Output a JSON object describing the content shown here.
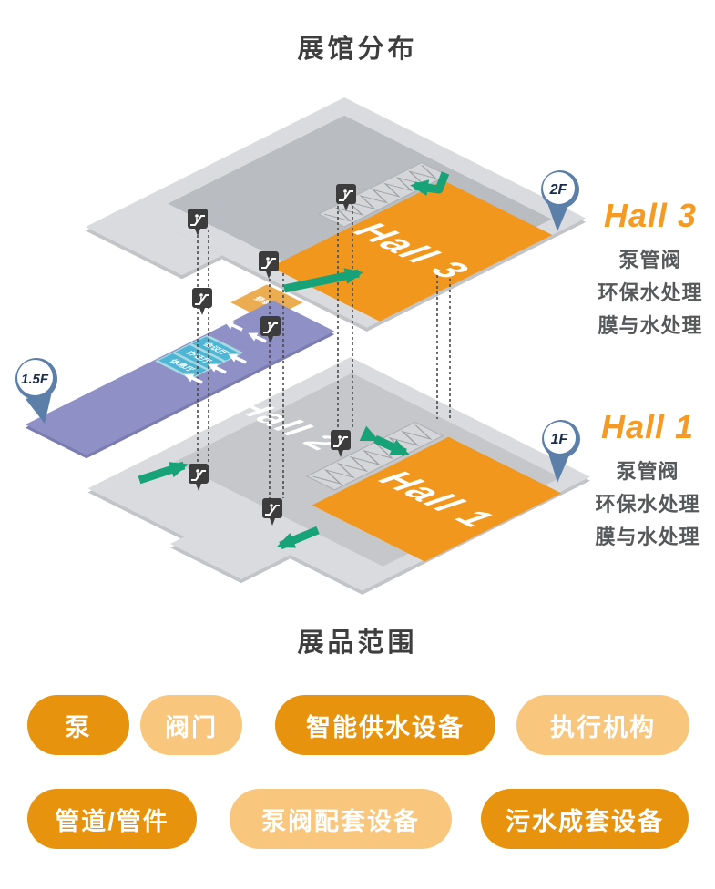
{
  "titles": {
    "map_section": "展馆分布",
    "products_section": "展品范围"
  },
  "map": {
    "hall3_block_label": "Hall 3",
    "hall2_block_label": "Hall 2",
    "hall1_block_label": "Hall 1",
    "mezzanine": {
      "registration_label": "登录厅",
      "rooms": [
        "会议厅",
        "办证厅",
        "休息厅"
      ]
    },
    "pins": [
      {
        "label": "2F"
      },
      {
        "label": "1.5F"
      },
      {
        "label": "1F"
      }
    ],
    "icons": {
      "escalator": "escalator-icon",
      "pin": "location-pin-icon",
      "flow_arrow": "flow-arrow-icon",
      "walk_arrow": "walk-arrow-icon"
    }
  },
  "legend": {
    "hall3": {
      "title": "Hall 3",
      "lines": [
        "泵管阀",
        "环保水处理",
        "膜与水处理"
      ]
    },
    "hall1": {
      "title": "Hall 1",
      "lines": [
        "泵管阀",
        "环保水处理",
        "膜与水处理"
      ]
    }
  },
  "products": {
    "rows": [
      [
        {
          "label": "泵",
          "color": "#E8930E"
        },
        {
          "label": "阀门",
          "color": "#F8C77D"
        },
        {
          "label": "智能供水设备",
          "color": "#E8930E"
        },
        {
          "label": "执行机构",
          "color": "#F8C77D"
        }
      ],
      [
        {
          "label": "管道/管件",
          "color": "#E8930E"
        },
        {
          "label": "泵阀配套设备",
          "color": "#F8C77D"
        },
        {
          "label": "污水成套设备",
          "color": "#E8930E"
        }
      ]
    ]
  },
  "colors": {
    "hall_orange": "#F2971E",
    "hall_text_orange": "#F59A23",
    "floor_gray": "#D9DBDE",
    "inner_gray": "#B9BCC0",
    "mezzanine_purple": "#8E90C6",
    "meeting_teal": "#4FB5D5",
    "registration_orange": "#EBAC52",
    "arrow_green": "#17A377",
    "badge_dark": "#3C3C3C",
    "pin_blue": "#5C7FA9",
    "desc_gray": "#57585A",
    "title_gray": "#3E3E3E"
  }
}
